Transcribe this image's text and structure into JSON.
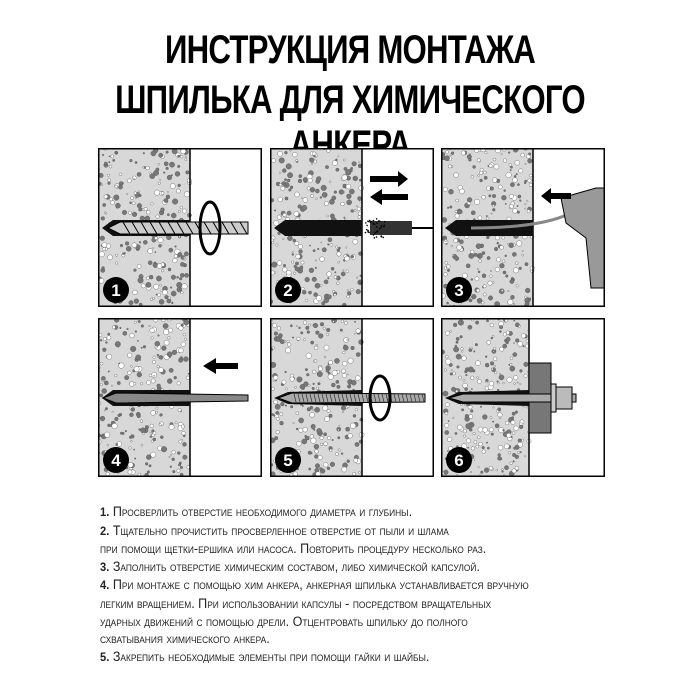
{
  "title": {
    "line1": "ИНСТРУКЦИЯ МОНТАЖА",
    "line2": "ШПИЛЬКА ДЛЯ ХИМИЧЕСКОГО АНКЕРА"
  },
  "panels": [
    {
      "number": "1"
    },
    {
      "number": "2"
    },
    {
      "number": "3"
    },
    {
      "number": "4"
    },
    {
      "number": "5"
    },
    {
      "number": "6"
    }
  ],
  "steps": [
    {
      "num": "1.",
      "lines": [
        "Просверлить отверстие необходимого диаметра и глубины."
      ]
    },
    {
      "num": "2.",
      "lines": [
        "Тщательно прочистить просверленное отверстие от пыли и шлама",
        "при помощи щетки-ершика или насоса. Повторить процедуру несколько раз."
      ]
    },
    {
      "num": "3.",
      "lines": [
        "Заполнить отверстие химическим составом, либо химической капсулой."
      ]
    },
    {
      "num": "4.",
      "lines": [
        "При монтаже с помощью хим анкера, анкерная шпилька устанавливается вручную",
        "легким вращением. При использовании капсулы - посредством вращательных",
        "ударных движений с помощью дрели. Отцентровать шпильку до полного",
        "схватывания химического анкера."
      ]
    },
    {
      "num": "5.",
      "lines": [
        "Закрепить необходимые элементы при помощи гайки и шайбы."
      ]
    }
  ]
}
